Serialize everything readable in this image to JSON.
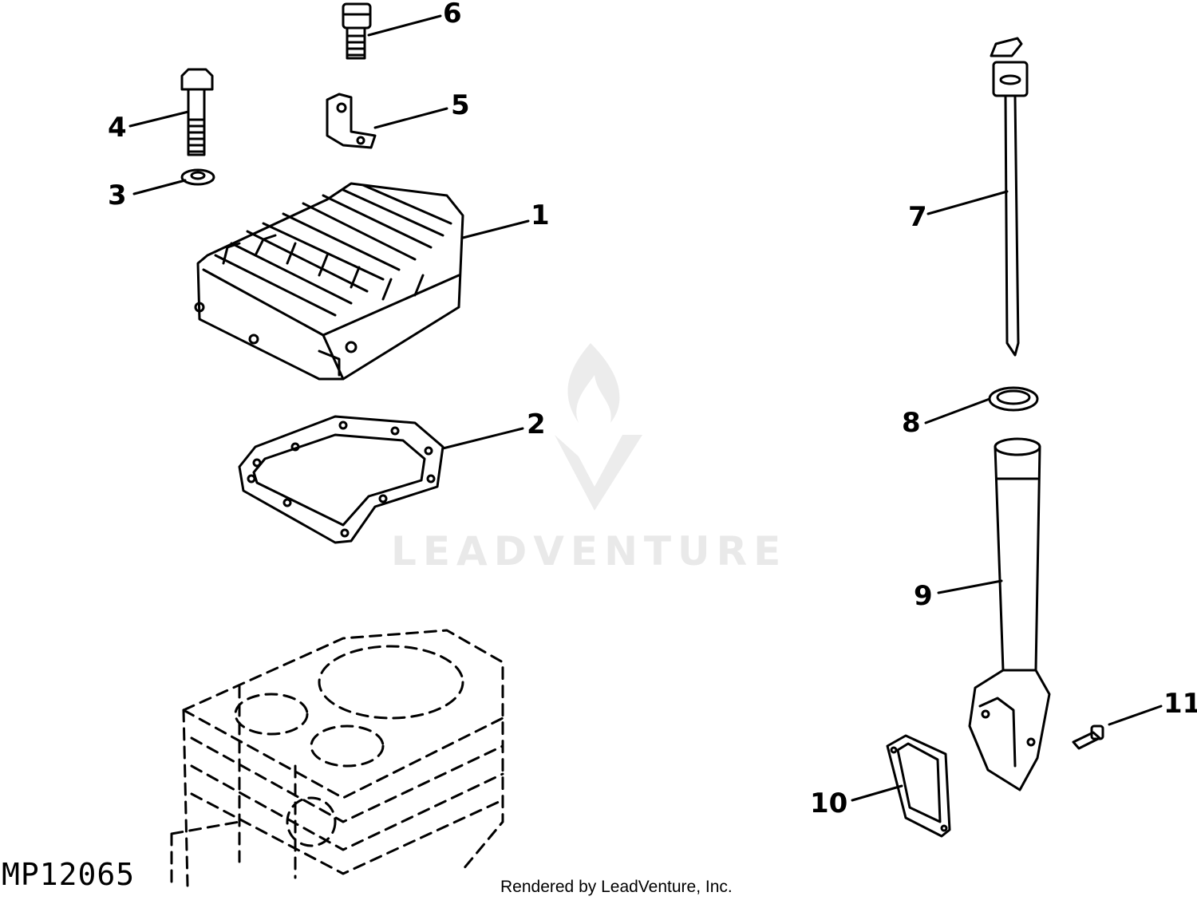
{
  "diagram": {
    "figure_id": "MP12065",
    "credit": "Rendered by LeadVenture, Inc.",
    "watermark": "LEADVENTURE",
    "callouts": {
      "c1": "1",
      "c2": "2",
      "c3": "3",
      "c4": "4",
      "c5": "5",
      "c6": "6",
      "c7": "7",
      "c8": "8",
      "c9": "9",
      "c10": "10",
      "c11": "11"
    }
  },
  "colors": {
    "line": "#000000",
    "watermark": "#e9e9e9"
  }
}
